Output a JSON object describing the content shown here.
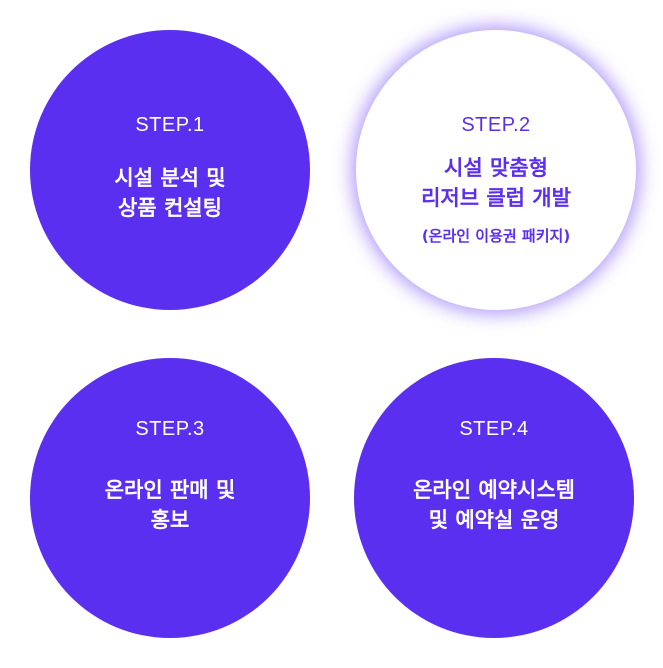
{
  "steps": [
    {
      "label": "STEP.1",
      "title_lines": [
        "시설 분석 및",
        "상품 컨설팅"
      ],
      "subtitle": "",
      "style": "filled"
    },
    {
      "label": "STEP.2",
      "title_lines": [
        "시설 맞춤형",
        "리저브 클럽 개발"
      ],
      "subtitle": "(온라인 이용권 패키지)",
      "style": "highlighted"
    },
    {
      "label": "STEP.3",
      "title_lines": [
        "온라인 판매 및",
        "홍보"
      ],
      "subtitle": "",
      "style": "filled"
    },
    {
      "label": "STEP.4",
      "title_lines": [
        "온라인 예약시스템",
        "및 예약실 운영"
      ],
      "subtitle": "",
      "style": "filled"
    }
  ],
  "colors": {
    "primary": "#5b2ff0",
    "highlight_bg": "#ffffff",
    "glow": "#6e46f5"
  }
}
